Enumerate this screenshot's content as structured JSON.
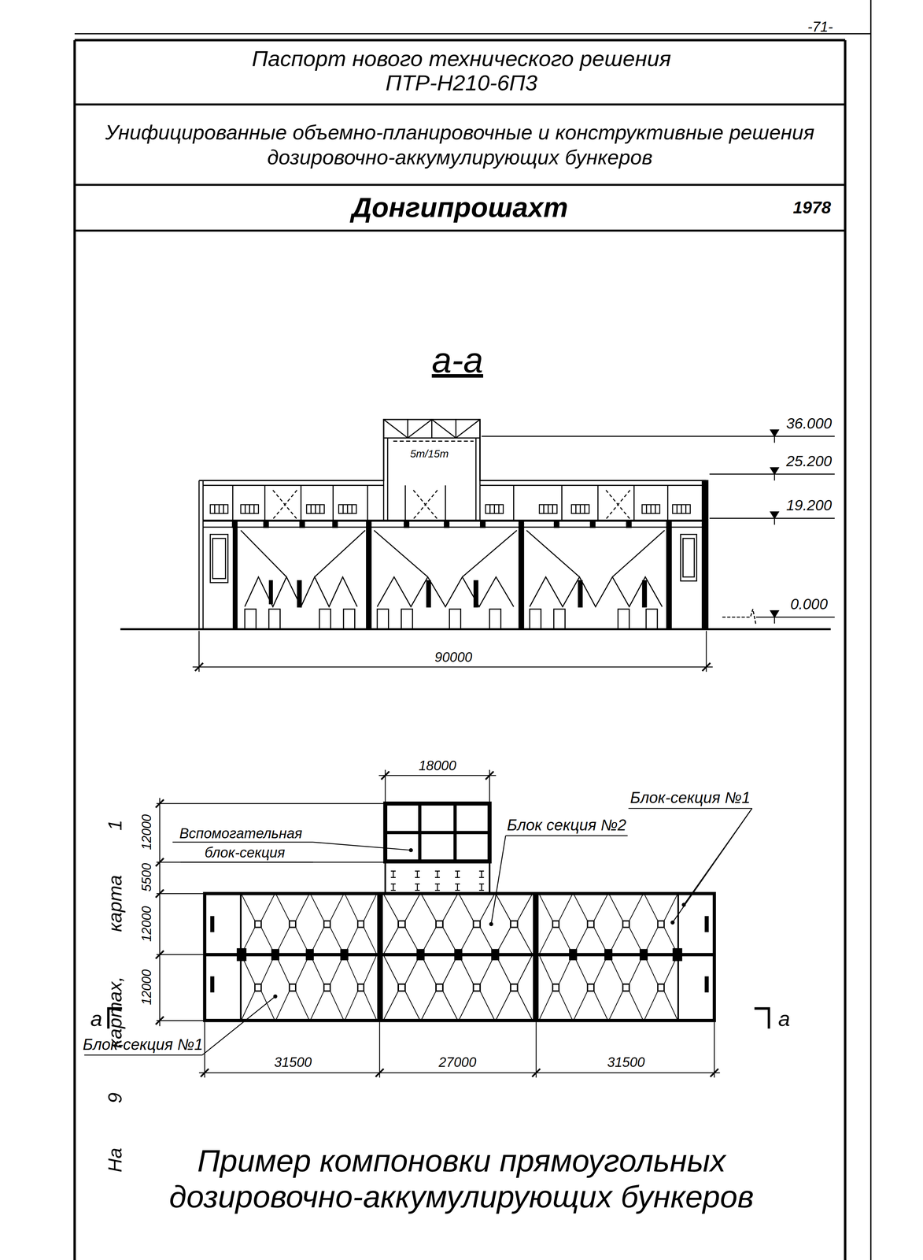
{
  "diagram": {
    "title": "Паспорт нового технического решения ПТР-Н210-6П3",
    "caption": "Пример компоновки прямоугольных дозировочно-аккумулирующих бункеров",
    "nodes": [
      {
        "text": [
          "Унифицированные объемно-планировочные и конструктивные решения дозировочно-аккумулирующих бункеров"
        ]
      },
      {
        "text": [
          "Донгипрошахт",
          "1978"
        ]
      }
    ],
    "labels": [
      "-71-",
      "а-а",
      "36.000",
      "25.200",
      "19.200",
      "5т/15т",
      "0.000",
      "90000",
      "18000",
      "Блок-секция №1",
      "12000",
      "Вспомогательная",
      "Блок секция №2",
      "блок-секция",
      "5500",
      "12000",
      "12000",
      "а",
      "а",
      "Блок-секция №1",
      "31500",
      "27000",
      "31500",
      "На 9 картах, карта 1"
    ]
  }
}
